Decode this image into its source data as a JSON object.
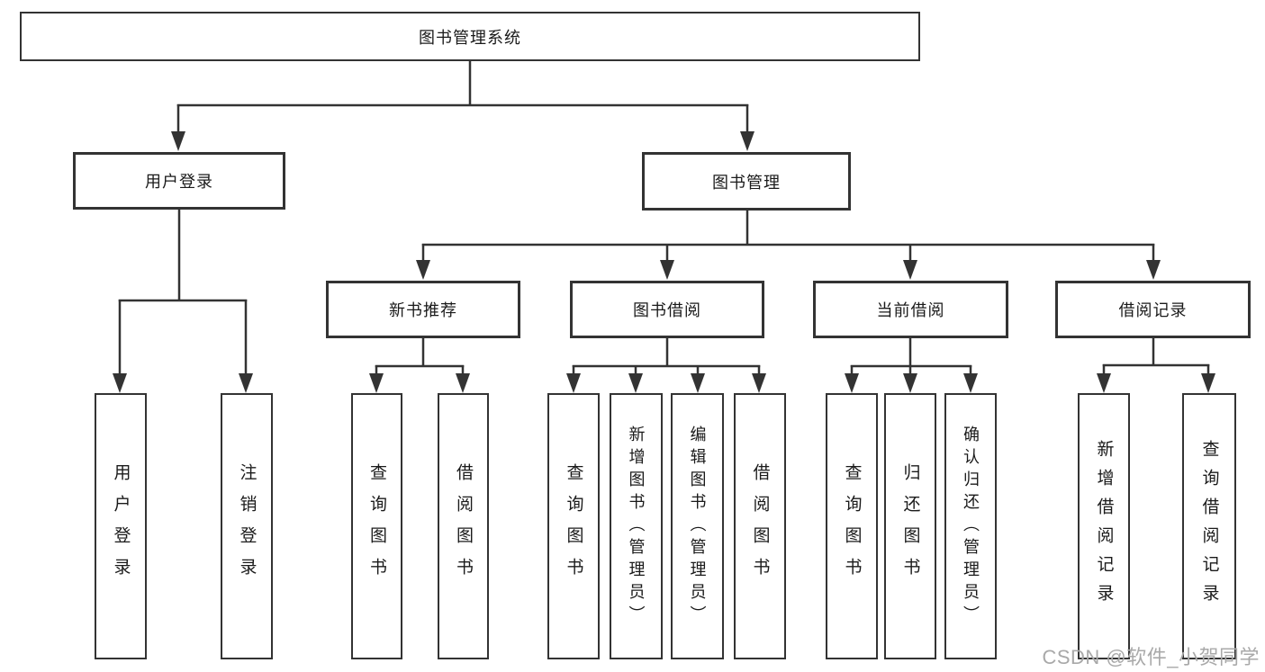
{
  "tree": {
    "root": "图书管理系统",
    "children": [
      {
        "label": "用户登录",
        "children": [
          "用户登录",
          "注销登录"
        ]
      },
      {
        "label": "图书管理",
        "children": [
          {
            "label": "新书推荐",
            "children": [
              "查询图书",
              "借阅图书"
            ]
          },
          {
            "label": "图书借阅",
            "children": [
              "查询图书",
              "新增图书（管理员）",
              "编辑图书（管理员）",
              "借阅图书"
            ]
          },
          {
            "label": "当前借阅",
            "children": [
              "查询图书",
              "归还图书",
              "确认归还（管理员）"
            ]
          },
          {
            "label": "借阅记录",
            "children": [
              "新增借阅记录",
              "查询借阅记录"
            ]
          }
        ]
      }
    ]
  },
  "watermark": {
    "text": "CSDN @软件_小贺同学"
  },
  "colors": {
    "line": "#333333",
    "box_border": "#333333",
    "text": "#1a1a1a",
    "watermark": "#a9a9a9",
    "background": "#ffffff"
  }
}
